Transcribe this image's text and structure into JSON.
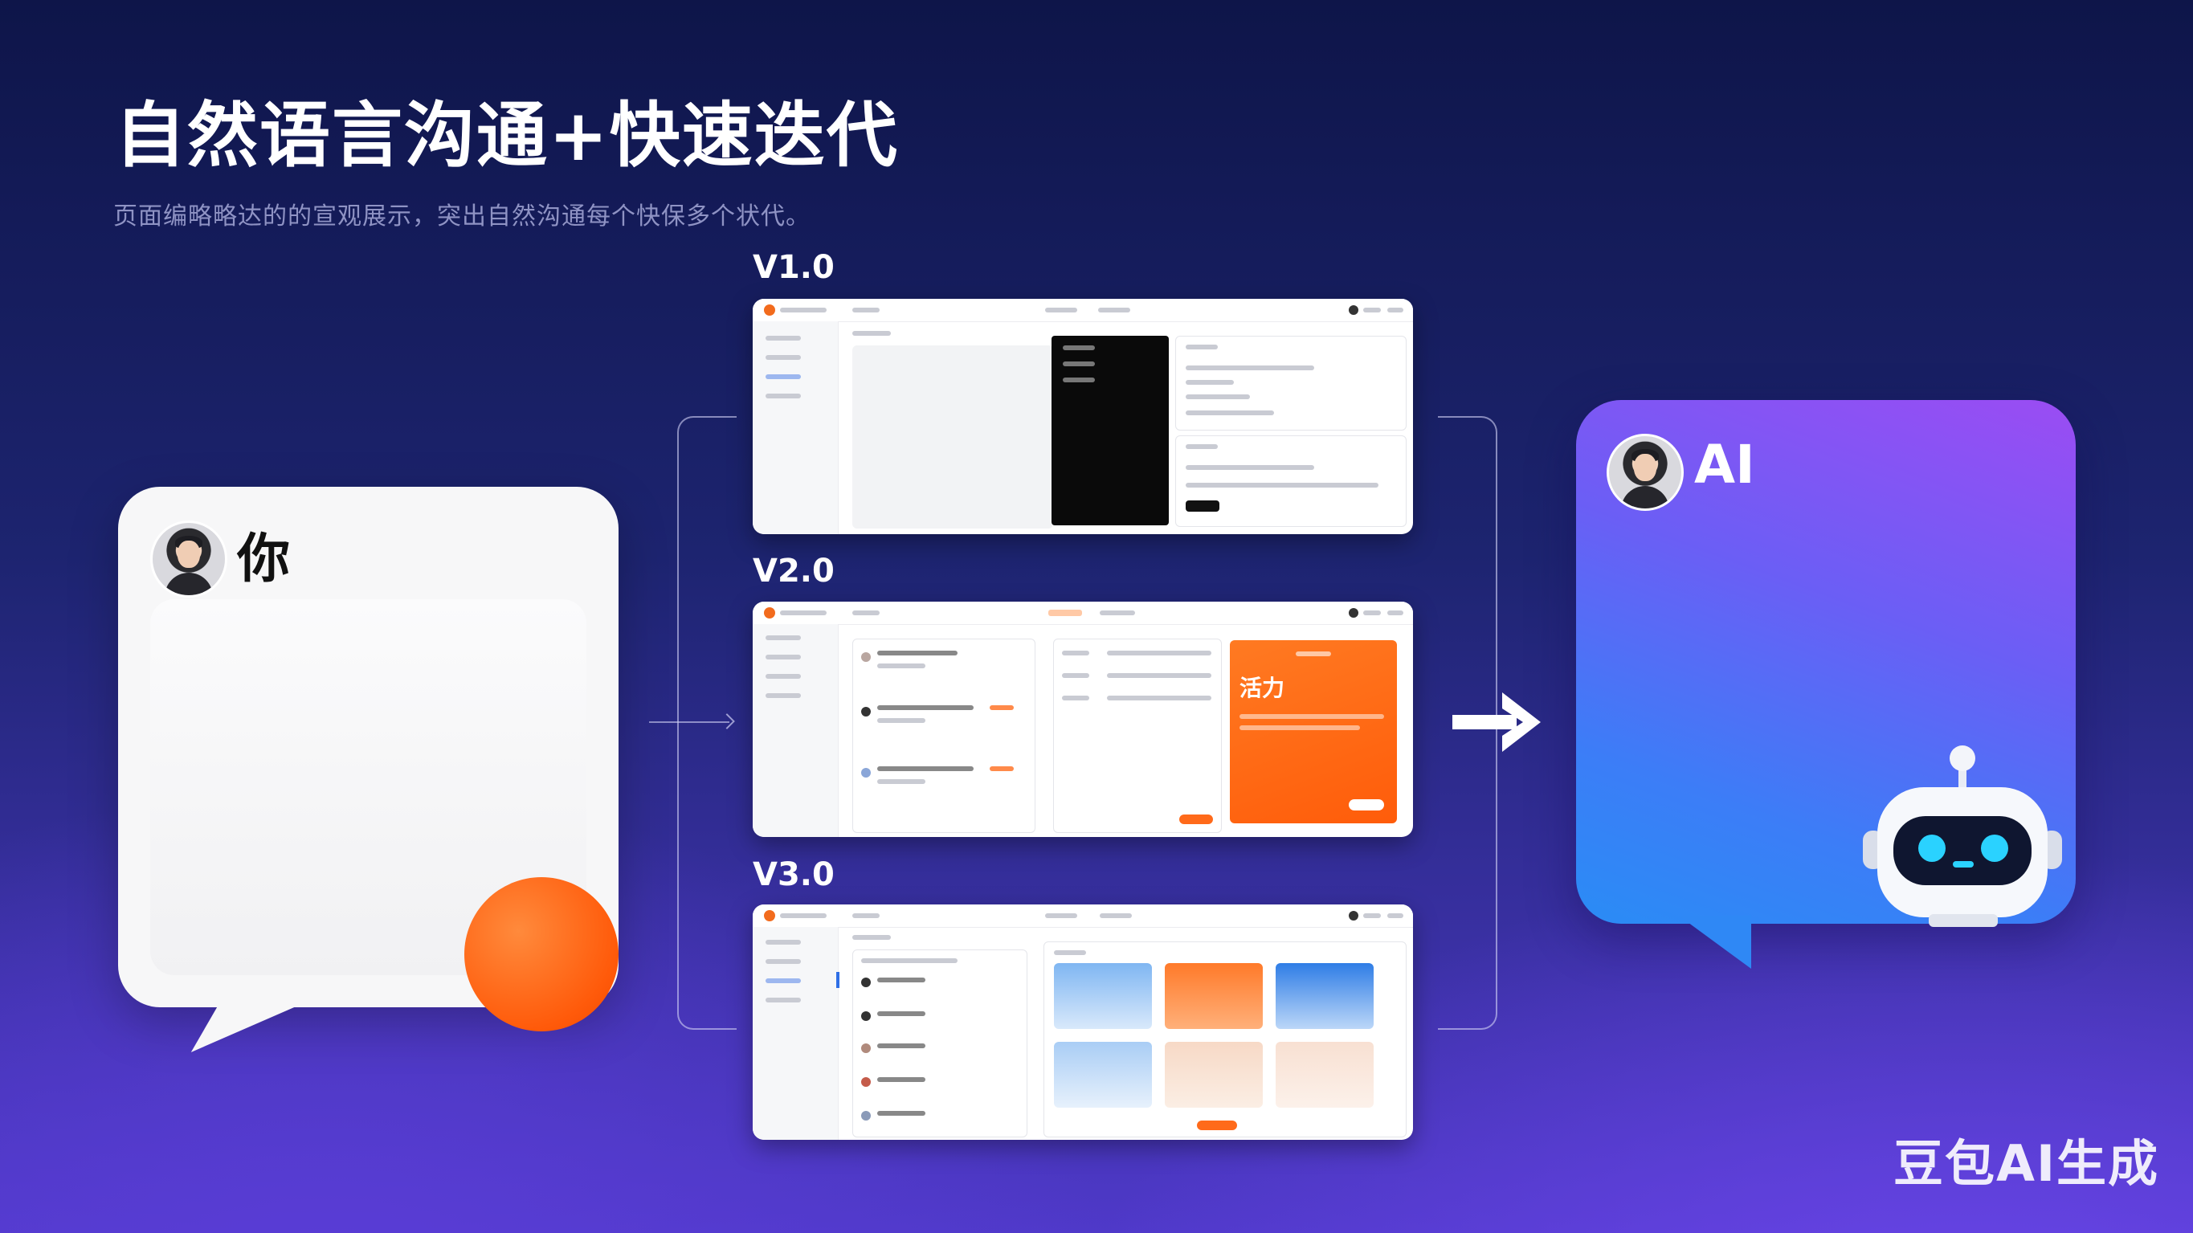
{
  "header": {
    "title": "自然语言沟通+快速迭代",
    "subtitle": "页面编略略达的的宣观展示，突出自然沟通每个快保多个状代。"
  },
  "user": {
    "name": "你",
    "avatar_icon": "user-avatar"
  },
  "ai": {
    "name": "AI",
    "avatar_icon": "user-avatar",
    "mascot_icon": "robot-icon"
  },
  "versions": [
    {
      "label": "V1.0"
    },
    {
      "label": "V2.0",
      "card_title": "活力"
    },
    {
      "label": "V3.0"
    }
  ],
  "watermark": "豆包AI生成",
  "colors": {
    "accent_orange": "#ff5a0a",
    "ai_gradient_top": "#9b4cf3",
    "ai_gradient_bottom": "#2a8cf5",
    "background": "#1d2470"
  }
}
